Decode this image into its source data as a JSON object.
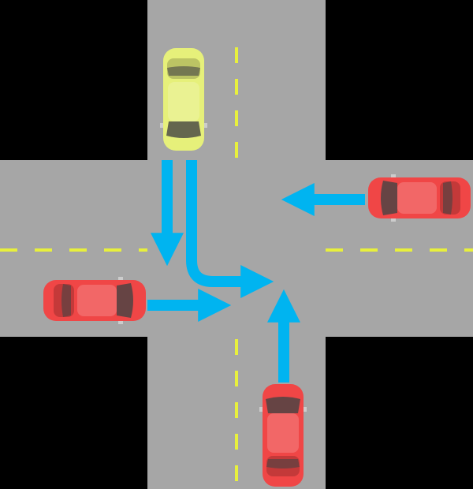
{
  "colors": {
    "background": "#000000",
    "road": "#a6a6a6",
    "lane_marking": "#e8f03c",
    "arrow": "#00b4f0",
    "ego_car": "#e6f07a",
    "other_car": "#f04646"
  },
  "cars": [
    {
      "role": "ego",
      "approach": "north",
      "heading": "south"
    },
    {
      "role": "other",
      "approach": "west",
      "heading": "east"
    },
    {
      "role": "other",
      "approach": "east",
      "heading": "west"
    },
    {
      "role": "other",
      "approach": "south",
      "heading": "north"
    }
  ],
  "arrows": [
    {
      "from": "north",
      "maneuver": "straight"
    },
    {
      "from": "north",
      "maneuver": "left-turn"
    },
    {
      "from": "west",
      "maneuver": "straight"
    },
    {
      "from": "east",
      "maneuver": "straight"
    },
    {
      "from": "south",
      "maneuver": "straight"
    }
  ]
}
